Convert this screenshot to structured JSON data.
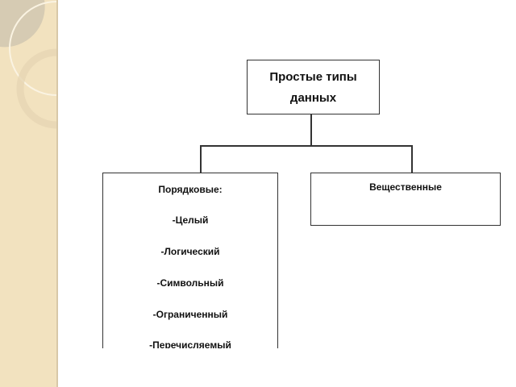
{
  "root": {
    "line1": "Простые типы",
    "line2": "данных"
  },
  "ordinal": {
    "title": "Порядковые:",
    "items": [
      "-Целый",
      "-Логический",
      "-Символьный",
      "-Ограниченный",
      "-Перечисляемый"
    ]
  },
  "real": {
    "title": "Вещественные"
  }
}
